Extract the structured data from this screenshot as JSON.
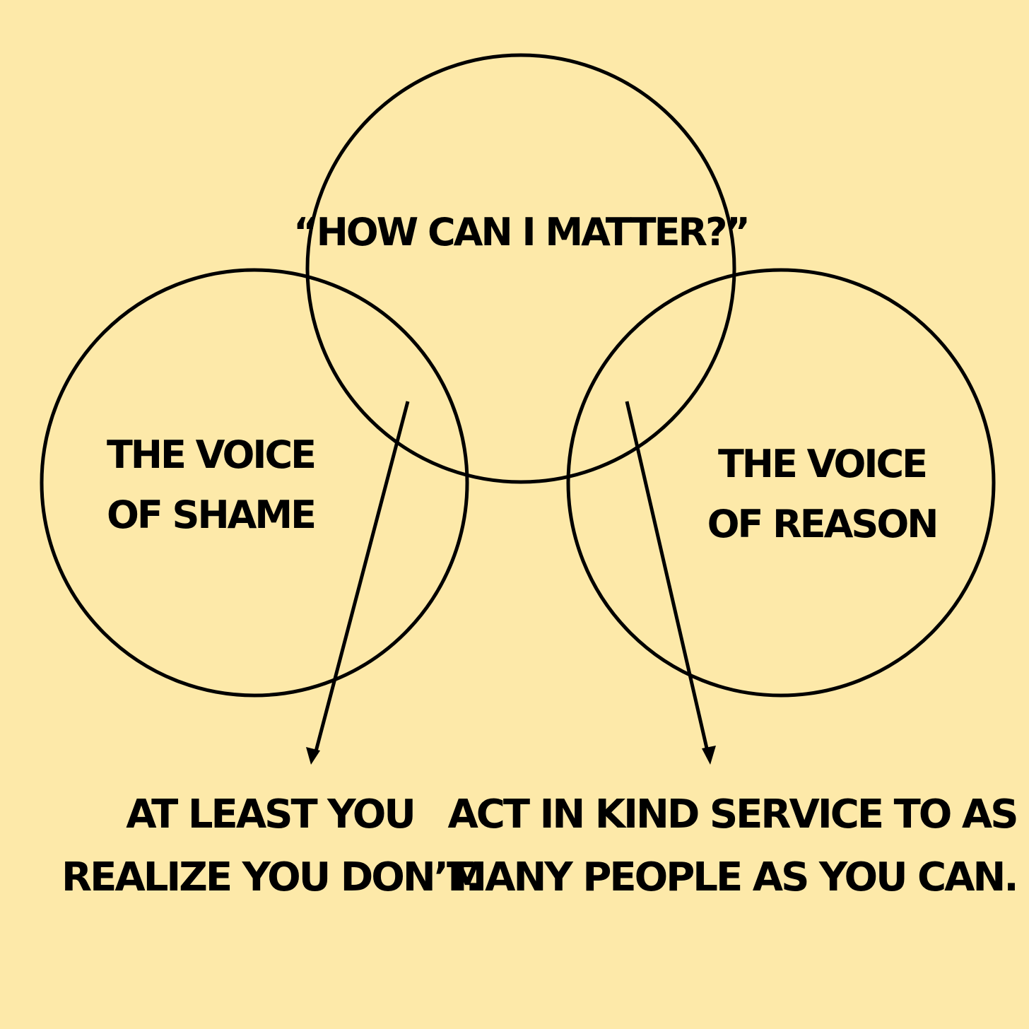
{
  "colors": {
    "background": "#fde9a9",
    "ink": "#000000"
  },
  "top_circle": {
    "label": "“HOW CAN I MATTER?”"
  },
  "left_circle": {
    "label_line1": "THE VOICE",
    "label_line2": "OF SHAME"
  },
  "right_circle": {
    "label_line1": "THE VOICE",
    "label_line2": "OF REASON"
  },
  "left_answer": {
    "line1": "AT LEAST YOU",
    "line2": "REALIZE YOU DON’T."
  },
  "right_answer": {
    "line1": "ACT IN KIND SERVICE TO AS",
    "line2": "MANY PEOPLE AS YOU CAN."
  }
}
